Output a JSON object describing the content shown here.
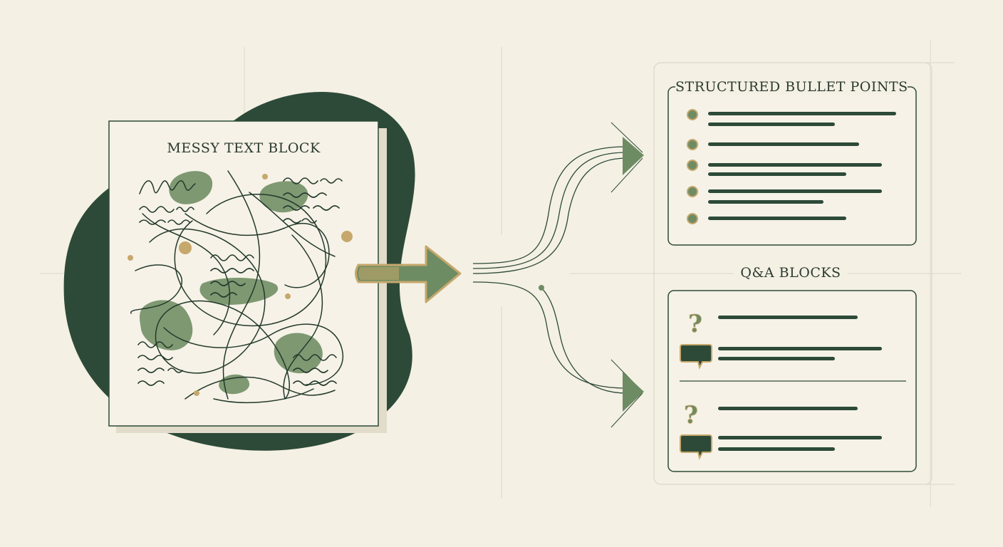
{
  "messy_block": {
    "title": "MESSY TEXT BLOCK"
  },
  "bullet_panel": {
    "title": "STRUCTURED BULLET POINTS"
  },
  "qa_panel": {
    "title": "Q&A BLOCKS"
  },
  "colors": {
    "background": "#f4f0e4",
    "dark_green": "#2d4a38",
    "sage_green": "#6e8c63",
    "gold": "#c6a86c",
    "line": "#23392b"
  }
}
